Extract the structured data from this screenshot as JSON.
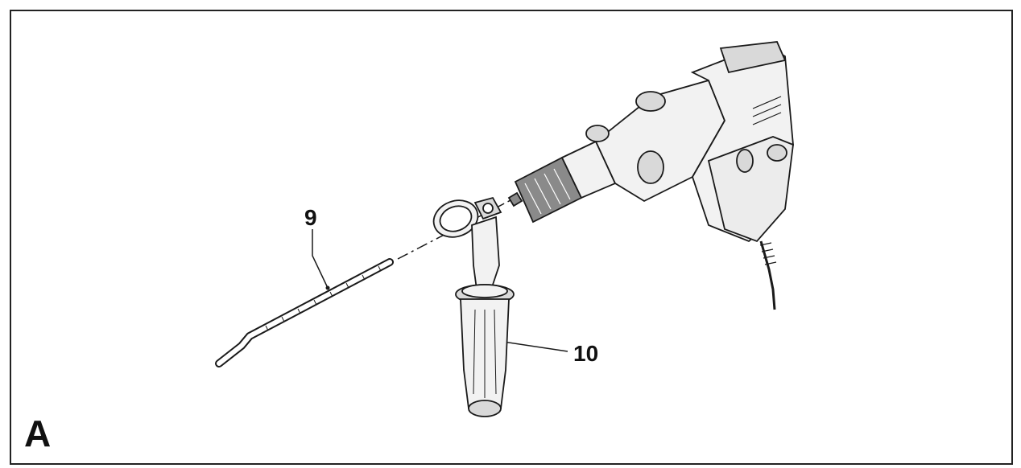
{
  "figure": {
    "panel_label": "A",
    "callouts": [
      {
        "id": "9"
      },
      {
        "id": "10"
      }
    ]
  },
  "colors": {
    "line": "#1a1a1a",
    "light_fill": "#f2f2f2",
    "mid_fill": "#d9d9d9",
    "dark_fill": "#8a8a8a"
  }
}
